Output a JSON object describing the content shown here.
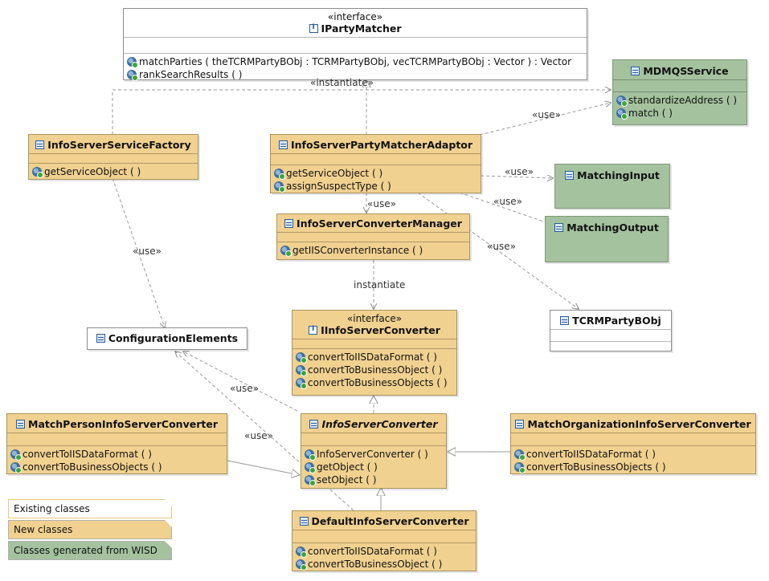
{
  "classes": {
    "ipartymatcher": {
      "stereotype": "«interface»",
      "name": "IPartyMatcher",
      "ops": [
        "matchParties ( theTCRMPartyBObj : TCRMPartyBObj, vecTCRMPartyBObj : Vector ) : Vector",
        "rankSearchResults ( )"
      ]
    },
    "mdmqsservice": {
      "name": "MDMQSService",
      "ops": [
        "standardizeAddress ( )",
        "match ( )"
      ]
    },
    "infoserverservicefactory": {
      "name": "InfoServerServiceFactory",
      "ops": [
        "getServiceObject ( )"
      ]
    },
    "infoserverpartymatcheradaptor": {
      "name": "InfoServerPartyMatcherAdaptor",
      "ops": [
        "getServiceObject ( )",
        "assignSuspectType ( )"
      ]
    },
    "matchinginput": {
      "name": "MatchingInput"
    },
    "matchingoutput": {
      "name": "MatchingOutput"
    },
    "infoserverconvertermanager": {
      "name": "InfoServerConverterManager",
      "ops": [
        "getIISConverterInstance ( )"
      ]
    },
    "tcrmpartybobj": {
      "name": "TCRMPartyBObj"
    },
    "configurationelements": {
      "name": "ConfigurationElements"
    },
    "iinfoserverconverter": {
      "stereotype": "«interface»",
      "name": "IInfoServerConverter",
      "ops": [
        "convertToIISDataFormat ( )",
        "convertToBusinessObject ( )",
        "convertToBusinessObjects ( )"
      ]
    },
    "matchpersoninfoserverconverter": {
      "name": "MatchPersonInfoServerConverter",
      "ops": [
        "convertToIISDataFormat ( )",
        "convertToBusinessObjects ( )"
      ]
    },
    "infoserverconverter": {
      "name": "InfoServerConverter",
      "ops": [
        "InfoServerConverter ( )",
        "getObject ( )",
        "setObject ( )"
      ]
    },
    "matchorganizationinfoserverconverter": {
      "name": "MatchOrganizationInfoServerConverter",
      "ops": [
        "convertToIISDataFormat ( )",
        "convertToBusinessObjects ( )"
      ]
    },
    "defaultinfoserverconverter": {
      "name": "DefaultInfoServerConverter",
      "ops": [
        "convertToIISDataFormat ( )",
        "convertToBusinessObject ( )"
      ]
    }
  },
  "edge_labels": {
    "instantiate_adaptor": "«instantiate»",
    "use_mdmqs": "«use»",
    "use_input": "«use»",
    "use_output": "«use»",
    "use_tcrm": "«use»",
    "use_manager": "«use»",
    "use_factory_config": "«use»",
    "instantiate_manager": "instantiate",
    "use_iisconv_config": "«use»",
    "use_person_config": "«use»"
  },
  "legend": {
    "existing": "Existing classes",
    "new": "New classes",
    "wisd": "Classes generated from WISD"
  },
  "colors": {
    "existing": "#ffffff",
    "new": "#f1d190",
    "wisd": "#a4c29e",
    "edge": "#9a9a9a"
  }
}
